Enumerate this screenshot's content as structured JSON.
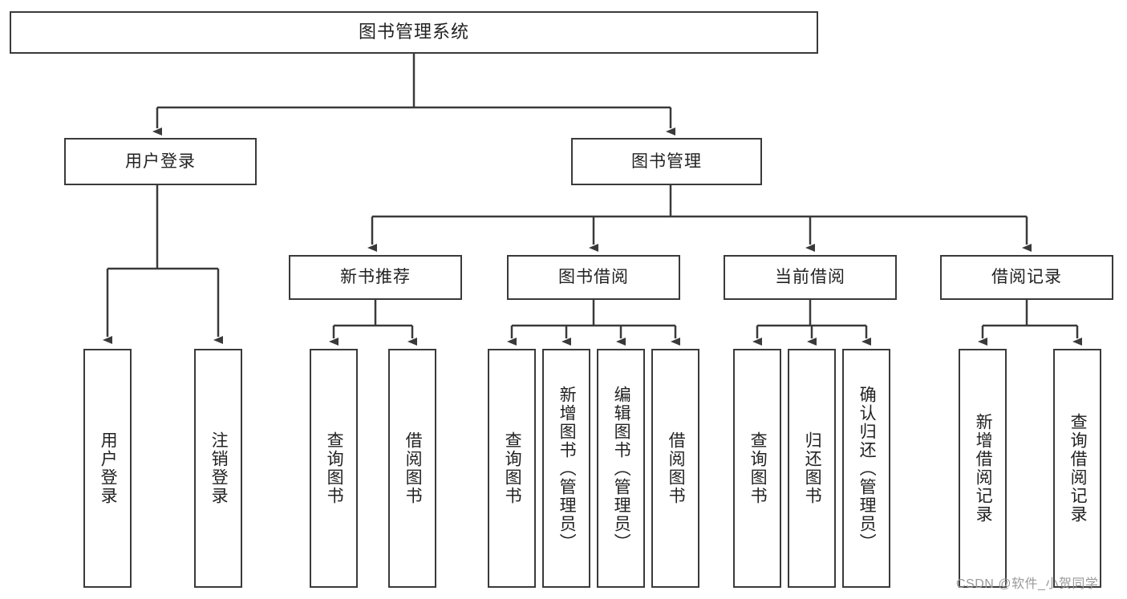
{
  "diagram": {
    "title": "图书管理系统",
    "watermark": "CSDN @软件_小贺同学",
    "colors": {
      "stroke": "#3a3a3a",
      "fill": "#ffffff",
      "text": "#222222",
      "watermark": "#9a9a9a"
    },
    "nodes": {
      "root": {
        "label": "图书管理系统"
      },
      "level2": [
        {
          "id": "user-login",
          "label": "用户登录"
        },
        {
          "id": "book-management",
          "label": "图书管理"
        }
      ],
      "level3": [
        {
          "id": "new-book-recommend",
          "label": "新书推荐"
        },
        {
          "id": "book-borrow",
          "label": "图书借阅"
        },
        {
          "id": "current-borrow",
          "label": "当前借阅"
        },
        {
          "id": "borrow-record",
          "label": "借阅记录"
        }
      ],
      "leaves": {
        "user-login": [
          {
            "id": "leaf-user-login",
            "label": "用户登录"
          },
          {
            "id": "leaf-logout",
            "label": "注销登录"
          }
        ],
        "new-book-recommend": [
          {
            "id": "leaf-query-book-1",
            "label": "查询图书"
          },
          {
            "id": "leaf-borrow-book-1",
            "label": "借阅图书"
          }
        ],
        "book-borrow": [
          {
            "id": "leaf-query-book-2",
            "label": "查询图书"
          },
          {
            "id": "leaf-add-book",
            "label": "新增图书（管理员）"
          },
          {
            "id": "leaf-edit-book",
            "label": "编辑图书（管理员）"
          },
          {
            "id": "leaf-borrow-book-2",
            "label": "借阅图书"
          }
        ],
        "current-borrow": [
          {
            "id": "leaf-query-book-3",
            "label": "查询图书"
          },
          {
            "id": "leaf-return-book",
            "label": "归还图书"
          },
          {
            "id": "leaf-confirm-return",
            "label": "确认归还（管理员）"
          }
        ],
        "borrow-record": [
          {
            "id": "leaf-add-record",
            "label": "新增借阅记录"
          },
          {
            "id": "leaf-query-record",
            "label": "查询借阅记录"
          }
        ]
      }
    }
  }
}
